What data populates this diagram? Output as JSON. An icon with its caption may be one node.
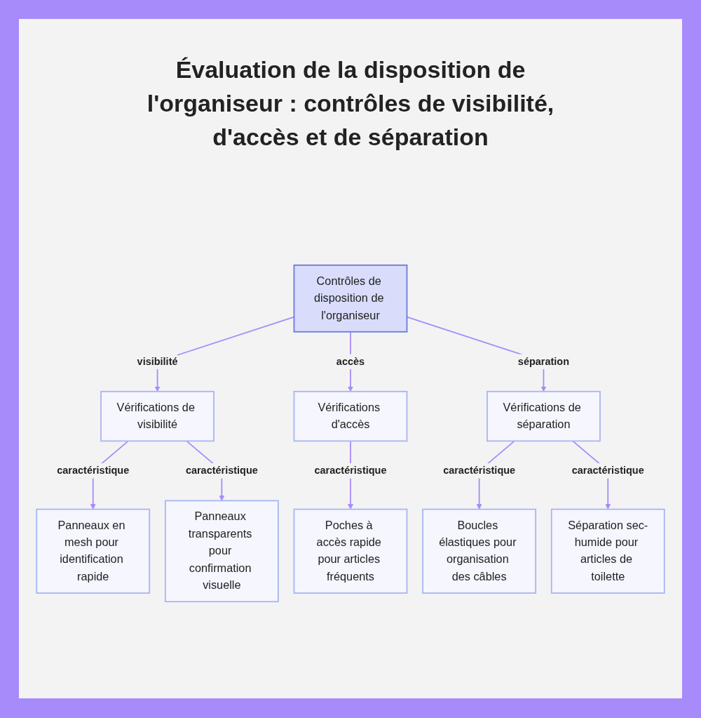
{
  "diagram": {
    "title": "Évaluation de la disposition de l'organiseur : contrôles de visibilité, d'accès et de séparation",
    "nodes": [
      {
        "text": [
          "Contrôles de disposition de l'organiseur"
        ]
      },
      {
        "text": [
          "Vérifications de visibilité"
        ]
      },
      {
        "text": [
          "Vérifications d'accès"
        ]
      },
      {
        "text": [
          "Vérifications de séparation"
        ]
      },
      {
        "text": [
          "Panneaux en mesh pour identification rapide"
        ]
      },
      {
        "text": [
          "Panneaux transparents pour confirmation visuelle"
        ]
      },
      {
        "text": [
          "Poches à accès rapide pour articles fréquents"
        ]
      },
      {
        "text": [
          "Boucles élastiques pour organisation des câbles"
        ]
      },
      {
        "text": [
          "Séparation sec-humide pour articles de toilette"
        ]
      }
    ],
    "edges": [
      {
        "from": 0,
        "to": 1,
        "arrow": "to",
        "label": "visibilité"
      },
      {
        "from": 0,
        "to": 2,
        "arrow": "to",
        "label": "accès"
      },
      {
        "from": 0,
        "to": 3,
        "arrow": "to",
        "label": "séparation"
      },
      {
        "from": 1,
        "to": 4,
        "arrow": "to",
        "label": "caractéristique"
      },
      {
        "from": 1,
        "to": 5,
        "arrow": "to",
        "label": "caractéristique"
      },
      {
        "from": 2,
        "to": 6,
        "arrow": "to",
        "label": "caractéristique"
      },
      {
        "from": 3,
        "to": 7,
        "arrow": "to",
        "label": "caractéristique"
      },
      {
        "from": 3,
        "to": 8,
        "arrow": "to",
        "label": "caractéristique"
      }
    ]
  }
}
